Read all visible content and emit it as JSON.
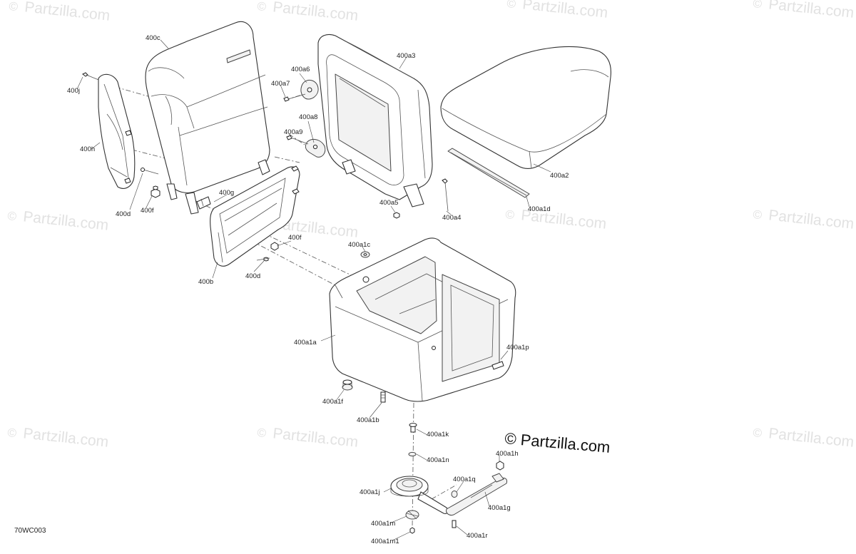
{
  "diagram": {
    "code": "70WC003",
    "copyright": "© Partzilla.com",
    "watermark": {
      "text": "Partzilla.com",
      "symbol": "©",
      "color": "#e2e2e2"
    },
    "callouts": [
      {
        "id": "400c",
        "text": "400c"
      },
      {
        "id": "400j",
        "text": "400j"
      },
      {
        "id": "400h",
        "text": "400h"
      },
      {
        "id": "400d-left",
        "text": "400d"
      },
      {
        "id": "400f-left",
        "text": "400f"
      },
      {
        "id": "400g",
        "text": "400g"
      },
      {
        "id": "400f-mid",
        "text": "400f"
      },
      {
        "id": "400d-mid",
        "text": "400d"
      },
      {
        "id": "400b",
        "text": "400b"
      },
      {
        "id": "400a6",
        "text": "400a6"
      },
      {
        "id": "400a7",
        "text": "400a7"
      },
      {
        "id": "400a8",
        "text": "400a8"
      },
      {
        "id": "400a9",
        "text": "400a9"
      },
      {
        "id": "400a3",
        "text": "400a3"
      },
      {
        "id": "400a5",
        "text": "400a5"
      },
      {
        "id": "400a4",
        "text": "400a4"
      },
      {
        "id": "400a2",
        "text": "400a2"
      },
      {
        "id": "400a1d",
        "text": "400a1d"
      },
      {
        "id": "400a1c",
        "text": "400a1c"
      },
      {
        "id": "400a1a",
        "text": "400a1a"
      },
      {
        "id": "400a1p",
        "text": "400a1p"
      },
      {
        "id": "400a1f",
        "text": "400a1f"
      },
      {
        "id": "400a1b",
        "text": "400a1b"
      },
      {
        "id": "400a1k",
        "text": "400a1k"
      },
      {
        "id": "400a1n",
        "text": "400a1n"
      },
      {
        "id": "400a1h",
        "text": "400a1h"
      },
      {
        "id": "400a1q",
        "text": "400a1q"
      },
      {
        "id": "400a1j",
        "text": "400a1j"
      },
      {
        "id": "400a1g",
        "text": "400a1g"
      },
      {
        "id": "400a1m",
        "text": "400a1m"
      },
      {
        "id": "400a1m1",
        "text": "400a1m1"
      },
      {
        "id": "400a1r",
        "text": "400a1r"
      }
    ]
  }
}
